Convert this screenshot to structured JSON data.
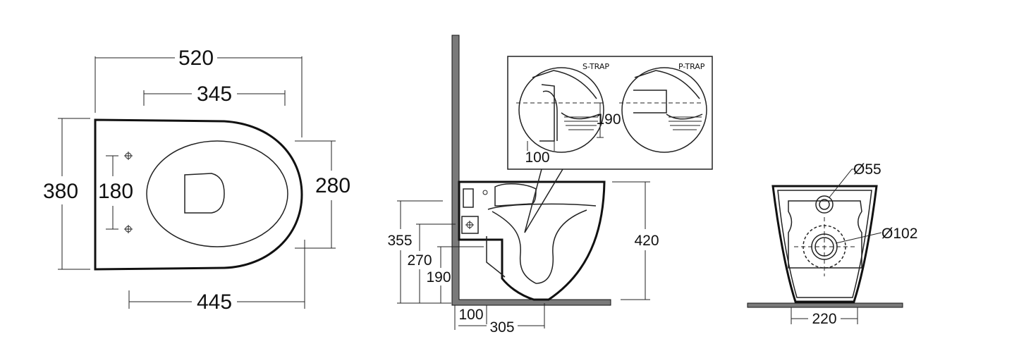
{
  "top_view": {
    "dim_520": "520",
    "dim_345": "345",
    "dim_380": "380",
    "dim_180": "180",
    "dim_280": "280",
    "dim_445": "445"
  },
  "side_view": {
    "s_trap_label": "S-TRAP",
    "p_trap_label": "P-TRAP",
    "dim_190_trap": "190",
    "dim_100_trap": "100",
    "dim_355": "355",
    "dim_270": "270",
    "dim_190": "190",
    "dim_420": "420",
    "dim_100": "100",
    "dim_305": "305"
  },
  "rear_view": {
    "dim_d55": "Ø55",
    "dim_d102": "Ø102",
    "dim_220": "220"
  },
  "colors": {
    "line": "#111111",
    "wall": "#7a7a7a",
    "background": "#ffffff"
  }
}
